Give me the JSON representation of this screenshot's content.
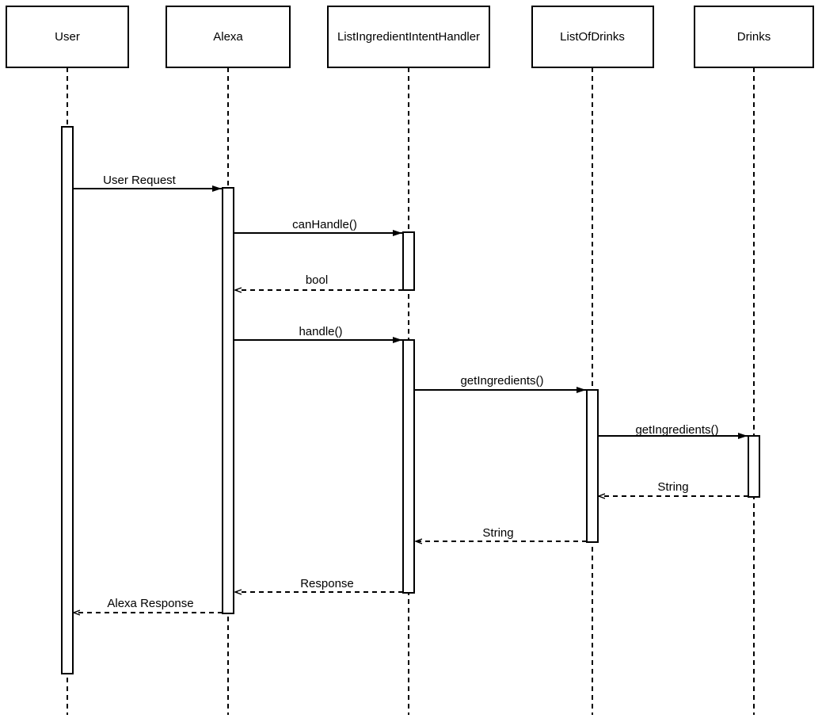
{
  "diagram": {
    "type": "uml-sequence-diagram",
    "colors": {
      "background": "#ffffff",
      "line": "#000000",
      "text": "#000000",
      "shape_fill": "#ffffff"
    },
    "actors": [
      {
        "name": "User"
      },
      {
        "name": "Alexa"
      },
      {
        "name": "ListIngredientIntentHandler"
      },
      {
        "name": "ListOfDrinks"
      },
      {
        "name": "Drinks"
      }
    ],
    "messages": [
      {
        "label": "User Request",
        "from": "User",
        "to": "Alexa",
        "style": "solid",
        "arrowhead": "filled"
      },
      {
        "label": "canHandle()",
        "from": "Alexa",
        "to": "ListIngredientIntentHandler",
        "style": "solid",
        "arrowhead": "filled"
      },
      {
        "label": "bool",
        "from": "ListIngredientIntentHandler",
        "to": "Alexa",
        "style": "dashed",
        "arrowhead": "open"
      },
      {
        "label": "handle()",
        "from": "Alexa",
        "to": "ListIngredientIntentHandler",
        "style": "solid",
        "arrowhead": "filled"
      },
      {
        "label": "getIngredients()",
        "from": "ListIngredientIntentHandler",
        "to": "ListOfDrinks",
        "style": "solid",
        "arrowhead": "filled"
      },
      {
        "label": "getIngredients()",
        "from": "ListOfDrinks",
        "to": "Drinks",
        "style": "solid",
        "arrowhead": "filled"
      },
      {
        "label": "String",
        "from": "Drinks",
        "to": "ListOfDrinks",
        "style": "dashed",
        "arrowhead": "open"
      },
      {
        "label": "String",
        "from": "ListOfDrinks",
        "to": "ListIngredientIntentHandler",
        "style": "dashed",
        "arrowhead": "open"
      },
      {
        "label": "Response",
        "from": "ListIngredientIntentHandler",
        "to": "Alexa",
        "style": "dashed",
        "arrowhead": "open"
      },
      {
        "label": "Alexa Response",
        "from": "Alexa",
        "to": "User",
        "style": "dashed",
        "arrowhead": "open"
      }
    ]
  }
}
